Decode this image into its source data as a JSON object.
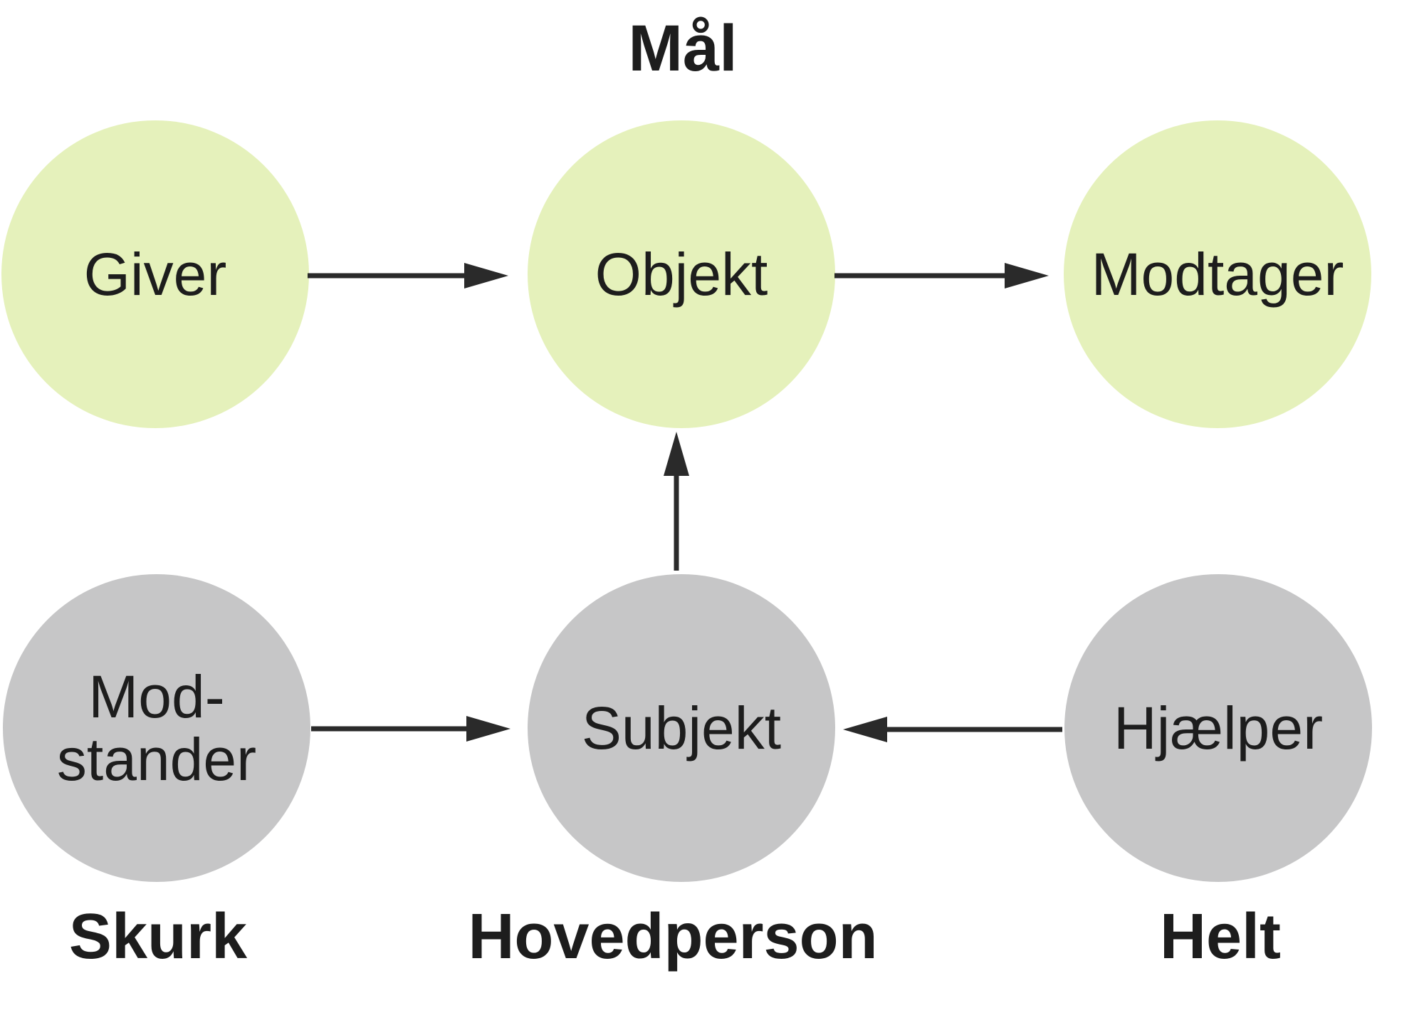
{
  "colors": {
    "background": "#ffffff",
    "circle_green": "#e5f1bb",
    "circle_gray": "#c6c6c7",
    "text": "#1d1d1d",
    "arrow": "#2a2a2a"
  },
  "diagram": {
    "title": "Mål",
    "nodes": {
      "giver": {
        "label": "Giver"
      },
      "objekt": {
        "label": "Objekt"
      },
      "modtager": {
        "label": "Modtager"
      },
      "modstander": {
        "label": "Mod-\nstander"
      },
      "subjekt": {
        "label": "Subjekt"
      },
      "hjaelper": {
        "label": "Hjælper"
      }
    },
    "captions": {
      "skurk": "Skurk",
      "hovedperson": "Hovedperson",
      "helt": "Helt"
    }
  }
}
